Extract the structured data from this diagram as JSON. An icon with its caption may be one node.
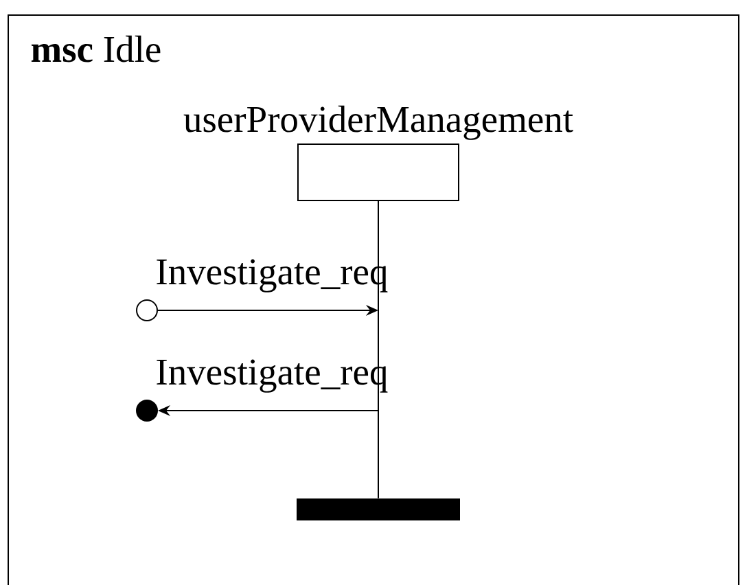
{
  "diagram": {
    "nodes": [
      {
        "text": [
          "**msc** Idle"
        ]
      },
      {
        "text": [
          "userProviderManagement"
        ],
        "in": 0
      },
      {
        "text": [],
        "shape": "bar",
        "in": 0
      },
      {
        "text": [],
        "shape": "circle",
        "in": 0
      },
      {
        "text": [],
        "shape": "dot",
        "in": 0
      }
    ],
    "edges": [
      {
        "from": 1,
        "to": 2,
        "arrow": "none"
      },
      {
        "from": 3,
        "to": null,
        "arrow": "to",
        "label": "Investigate_req"
      },
      {
        "from": null,
        "to": 4,
        "arrow": "to",
        "label": "Investigate_req"
      }
    ]
  }
}
